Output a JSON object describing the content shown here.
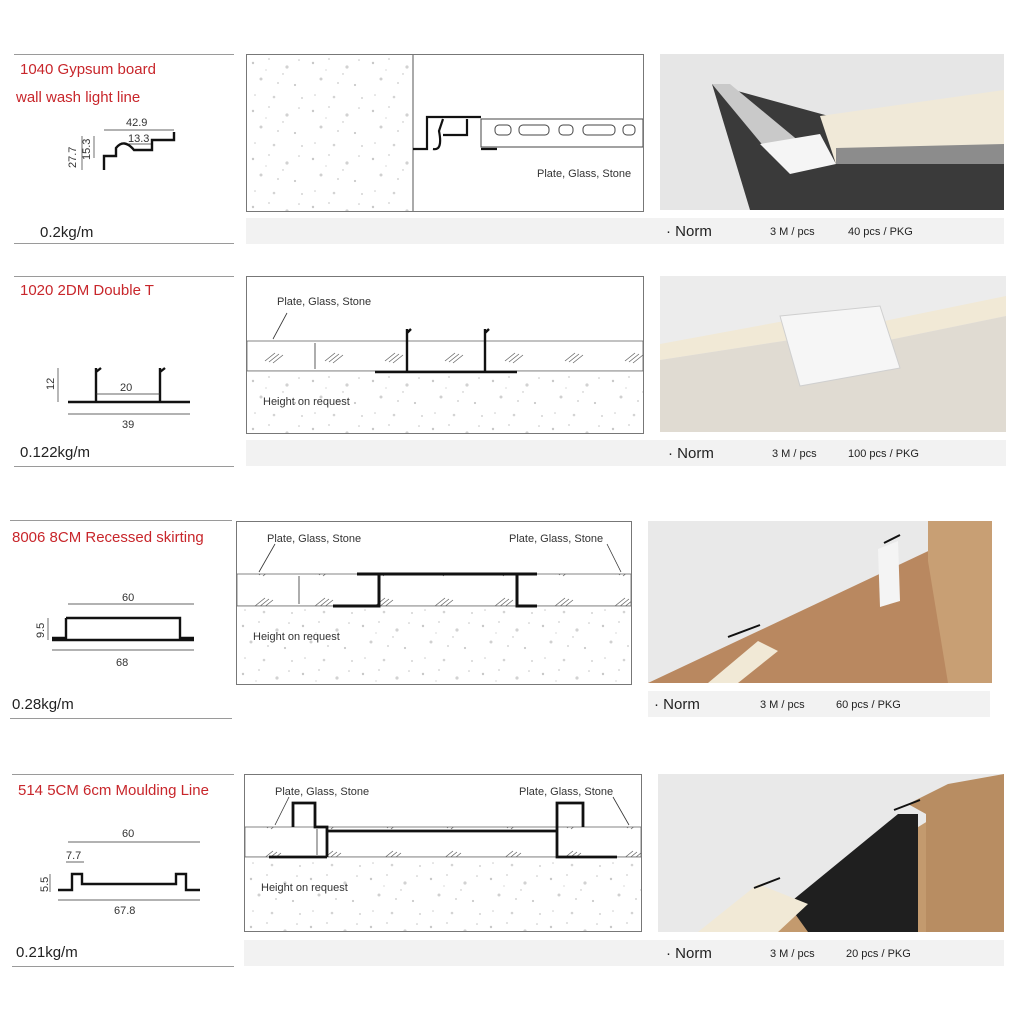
{
  "products": [
    {
      "title_line1": "1040 Gypsum board",
      "title_line2": "wall  wash light line",
      "dims": [
        "42.9",
        "13.3",
        "27.7",
        "15.3"
      ],
      "weight": "0.2kg/m",
      "labels": [
        "Plate, Glass, Stone"
      ],
      "norm": "· Norm",
      "length": "3  M / pcs",
      "pack": "40 pcs / PKG"
    },
    {
      "title_line1": "1020 2DM Double T",
      "dims": [
        "12",
        "20",
        "39"
      ],
      "weight": "0.122kg/m",
      "labels": [
        "Plate, Glass, Stone",
        "Height on request"
      ],
      "norm": "· Norm",
      "length": "3  M / pcs",
      "pack": "100 pcs / PKG"
    },
    {
      "title_line1": "8006 8CM Recessed skirting",
      "dims": [
        "60",
        "9.5",
        "68"
      ],
      "weight": "0.28kg/m",
      "labels": [
        "Plate, Glass, Stone",
        "Plate, Glass, Stone",
        "Height on request"
      ],
      "norm": "· Norm",
      "length": "3  M / pcs",
      "pack": "60 pcs / PKG"
    },
    {
      "title_line1": "514 5CM 6cm Moulding Line",
      "dims": [
        "60",
        "7.7",
        "5.5",
        "67.8"
      ],
      "weight": "0.21kg/m",
      "labels": [
        "Plate, Glass, Stone",
        "Plate, Glass, Stone",
        "Height on request"
      ],
      "norm": "· Norm",
      "length": "3  M / pcs",
      "pack": "20 pcs / PKG"
    }
  ],
  "colors": {
    "title": "#c8262b",
    "profile": "#111111",
    "concrete": "#c8c8c8"
  }
}
